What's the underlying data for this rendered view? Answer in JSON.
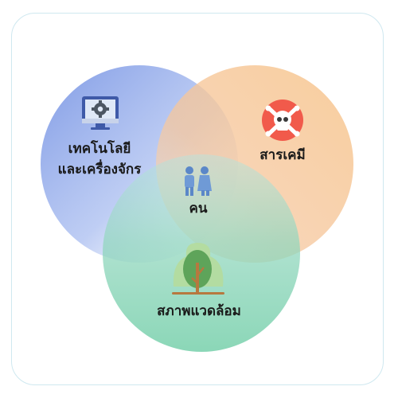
{
  "diagram": {
    "sets": {
      "technology": {
        "line1": "เทคโนโลยี",
        "line2": "และเครื่องจักร",
        "icon": "computer-gear-icon",
        "color": "#7f9be6"
      },
      "chemicals": {
        "label": "สารเคมี",
        "icon": "skull-crossbones-icon",
        "color": "#f6bd86"
      },
      "environment": {
        "label": "สภาพแวดล้อม",
        "icon": "tree-icon",
        "color": "#7fd4ae"
      }
    },
    "center": {
      "label": "คน",
      "icon": "people-icon"
    }
  }
}
